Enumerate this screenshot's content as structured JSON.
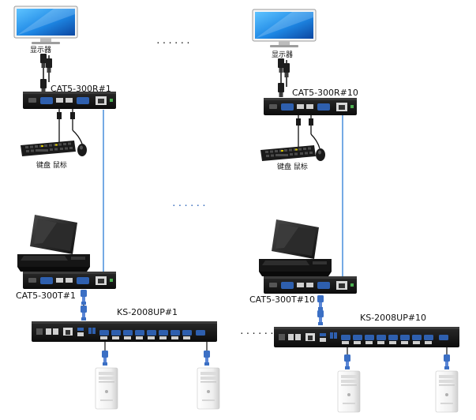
{
  "labels": {
    "monitor_a": "显示器",
    "monitor_b": "显示器",
    "receiver_a": "CAT5-300R#1",
    "receiver_b": "CAT5-300R#10",
    "keyboard_mouse_a": "键盘  鼠标",
    "keyboard_mouse_b": "键盘  鼠标",
    "transmitter_a": "CAT5-300T#1",
    "transmitter_b": "CAT5-300T#10",
    "switch_a": "KS-2008UP#1",
    "switch_b": "KS-2008UP#10"
  },
  "ellipsis": {
    "top": "......",
    "middle": "......",
    "bottom": "......"
  },
  "colors": {
    "cat5_cable": "#3a86d8",
    "device_body": "#141414",
    "vga_port": "#2e5fae",
    "rj45_port": "#d8d8d8",
    "monitor_screen": "#1e88e5",
    "tower_body": "#f2f2f2",
    "dongle_blue": "#3b6fc4"
  },
  "icons": {
    "monitor": "monitor-icon",
    "receiver": "kvm-extender-receiver-icon",
    "transmitter": "kvm-extender-transmitter-icon",
    "keyboard": "keyboard-icon",
    "mouse": "mouse-icon",
    "console": "lcd-console-drawer-icon",
    "switch": "kvm-switch-icon",
    "computer": "tower-pc-icon",
    "adapter": "vga-usb-adapter-icon"
  }
}
